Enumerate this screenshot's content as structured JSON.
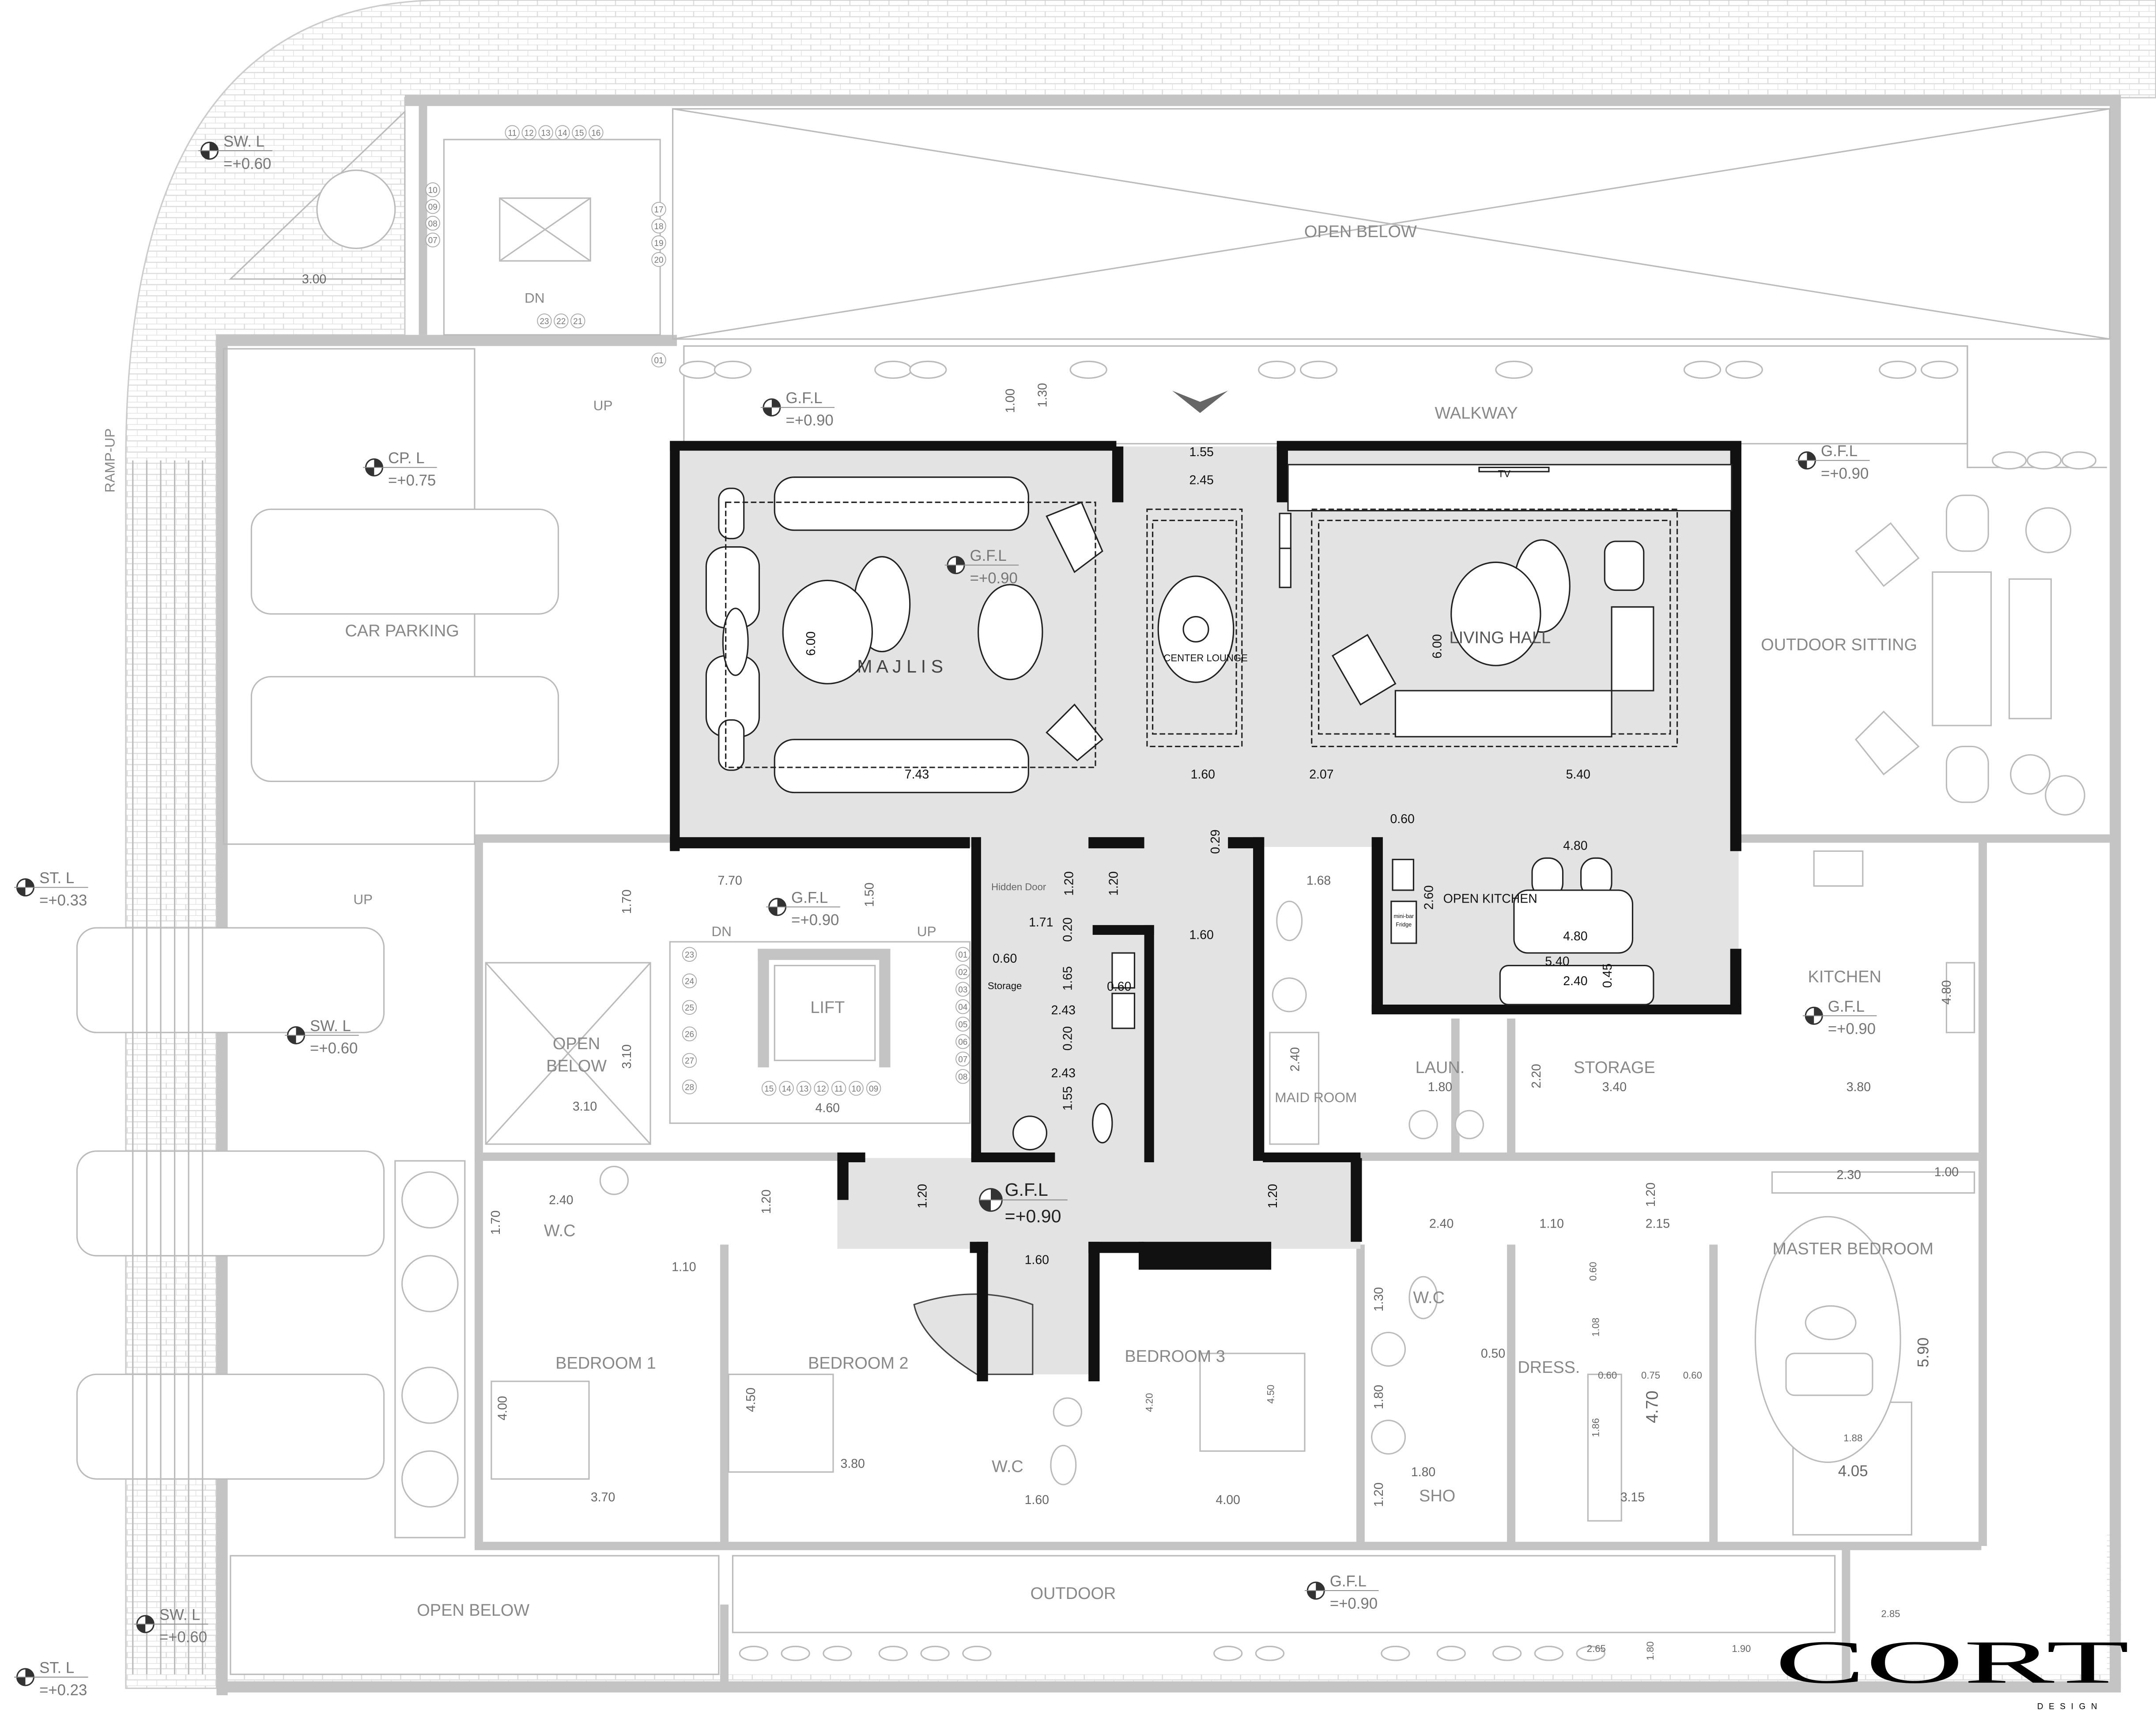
{
  "rooms": {
    "open_below_top": "OPEN BELOW",
    "walkway": "WALKWAY",
    "majlis": "M A J L I S",
    "center_lounge": "CENTER LOUNGE",
    "living_hall": "LIVING HALL",
    "tv": "TV",
    "outdoor_sitting": "OUTDOOR SITTING",
    "car_parking": "CAR PARKING",
    "ramp_up": "RAMP-UP",
    "open_kitchen": "OPEN KITCHEN",
    "hidden_door": "Hidden Door",
    "storage_small": "Storage",
    "minibar_1": "mini-bar",
    "minibar_2": "Fridge",
    "lift": "LIFT",
    "open_below_mid_1": "OPEN",
    "open_below_mid_2": "BELOW",
    "maid_room": "MAID ROOM",
    "laundry": "LAUN.",
    "storage": "STORAGE",
    "kitchen": "KITCHEN",
    "wc_1": "W.C",
    "bedroom_1": "BEDROOM 1",
    "bedroom_2": "BEDROOM 2",
    "bedroom_3": "BEDROOM 3",
    "wc_2": "W.C",
    "wc_3": "W.C",
    "dress": "DRESS.",
    "shower": "SHO",
    "master_bedroom": "MASTER BEDROOM",
    "outdoor": "OUTDOOR",
    "open_below_bottom": "OPEN BELOW",
    "dn_1": "DN",
    "up_1": "UP",
    "dn_2": "DN",
    "up_2": "UP",
    "up_3": "UP"
  },
  "levels": [
    {
      "name": "SW. L",
      "value": "=+0.60"
    },
    {
      "name": "CP. L",
      "value": "=+0.75"
    },
    {
      "name": "G.F.L",
      "value": "=+0.90"
    },
    {
      "name": "G.F.L",
      "value": "=+0.90"
    },
    {
      "name": "G.F.L",
      "value": "=+0.90"
    },
    {
      "name": "ST. L",
      "value": "=+0.33"
    },
    {
      "name": "G.F.L",
      "value": "=+0.90"
    },
    {
      "name": "SW. L",
      "value": "=+0.60"
    },
    {
      "name": "G.F.L",
      "value": "=+0.90"
    },
    {
      "name": "G.F.L",
      "value": "=+0.90"
    },
    {
      "name": "G.F.L",
      "value": "=+0.90"
    },
    {
      "name": "SW. L",
      "value": "=+0.60"
    },
    {
      "name": "ST. L",
      "value": "=+0.23"
    }
  ],
  "dimensions": {
    "d300": "3.00",
    "d100": "1.00",
    "d130": "1.30",
    "d155": "1.55",
    "d245": "2.45",
    "d600a": "6.00",
    "d600b": "6.00",
    "d743": "7.43",
    "d160a": "1.60",
    "d207": "2.07",
    "d540a": "5.40",
    "d060a": "0.60",
    "d029": "0.29",
    "d480a": "4.80",
    "d770": "7.70",
    "d150": "1.50",
    "d170": "1.70",
    "d120a": "1.20",
    "d120b": "1.20",
    "d171": "1.71",
    "d020a": "0.20",
    "d060b": "0.60",
    "d165": "1.65",
    "d243a": "2.43",
    "d060c": "0.60",
    "d020b": "0.20",
    "d243b": "2.43",
    "d155b": "1.55",
    "d160b": "1.60",
    "d168": "1.68",
    "d260": "2.60",
    "d480b": "4.80",
    "d540b": "5.40",
    "d240a": "2.40",
    "d045": "0.45",
    "d310a": "3.10",
    "d310b": "3.10",
    "d460": "4.60",
    "d240b": "2.40",
    "d180a": "1.80",
    "d220": "2.20",
    "d340": "3.40",
    "d480c": "4.80",
    "d380a": "3.80",
    "d240c": "2.40",
    "d170b": "1.70",
    "d120c": "1.20",
    "d120d": "1.20",
    "d120e": "1.20",
    "d110a": "1.10",
    "d160c": "1.60",
    "d240d": "2.40",
    "d110b": "1.10",
    "d215": "2.15",
    "d120f": "1.20",
    "d230": "2.30",
    "d100b": "1.00",
    "d400a": "4.00",
    "d370": "3.70",
    "d450a": "4.50",
    "d380b": "3.80",
    "d160d": "1.60",
    "d420": "4.20",
    "d450b": "4.50",
    "d400b": "4.00",
    "d130b": "1.30",
    "d050": "0.50",
    "d180b": "1.80",
    "d180c": "1.80",
    "d120g": "1.20",
    "d060d": "0.60",
    "d108": "1.08",
    "d060e": "0.60",
    "d075": "0.75",
    "d060f": "0.60",
    "d186": "1.86",
    "d470": "4.70",
    "d315": "3.15",
    "d590": "5.90",
    "d188": "1.88",
    "d405": "4.05",
    "d265": "2.65",
    "d180d": "1.80",
    "d190": "1.90",
    "d285": "2.85"
  },
  "stairs_top": {
    "top_row": [
      "11",
      "12",
      "13",
      "14",
      "15",
      "16"
    ],
    "left_col": [
      "10",
      "09",
      "08",
      "07"
    ],
    "right_col": [
      "17",
      "18",
      "19",
      "20"
    ],
    "bottom_row": [
      "23",
      "22",
      "21"
    ],
    "start": "01"
  },
  "stairs_mid": {
    "left_col": [
      "23",
      "24",
      "25",
      "26",
      "27",
      "28"
    ],
    "right_col": [
      "01",
      "02",
      "03",
      "04",
      "05",
      "06",
      "07",
      "08"
    ],
    "bottom_row": [
      "15",
      "14",
      "13",
      "12",
      "11",
      "10",
      "09"
    ]
  },
  "logo": {
    "wordmark": "CORT",
    "sub": "DESIGN"
  },
  "colors": {
    "wall_black": "#111111",
    "wall_grey": "#c4c4c4",
    "floor_grey": "#e3e3e3",
    "line_grey": "#bbbbbb"
  },
  "icons": [
    "level-marker-icon",
    "north-arrow-icon",
    "car-icon",
    "plant-icon",
    "sofa-icon",
    "armchair-icon",
    "bed-icon",
    "toilet-icon",
    "sink-icon",
    "washing-machine-icon"
  ]
}
